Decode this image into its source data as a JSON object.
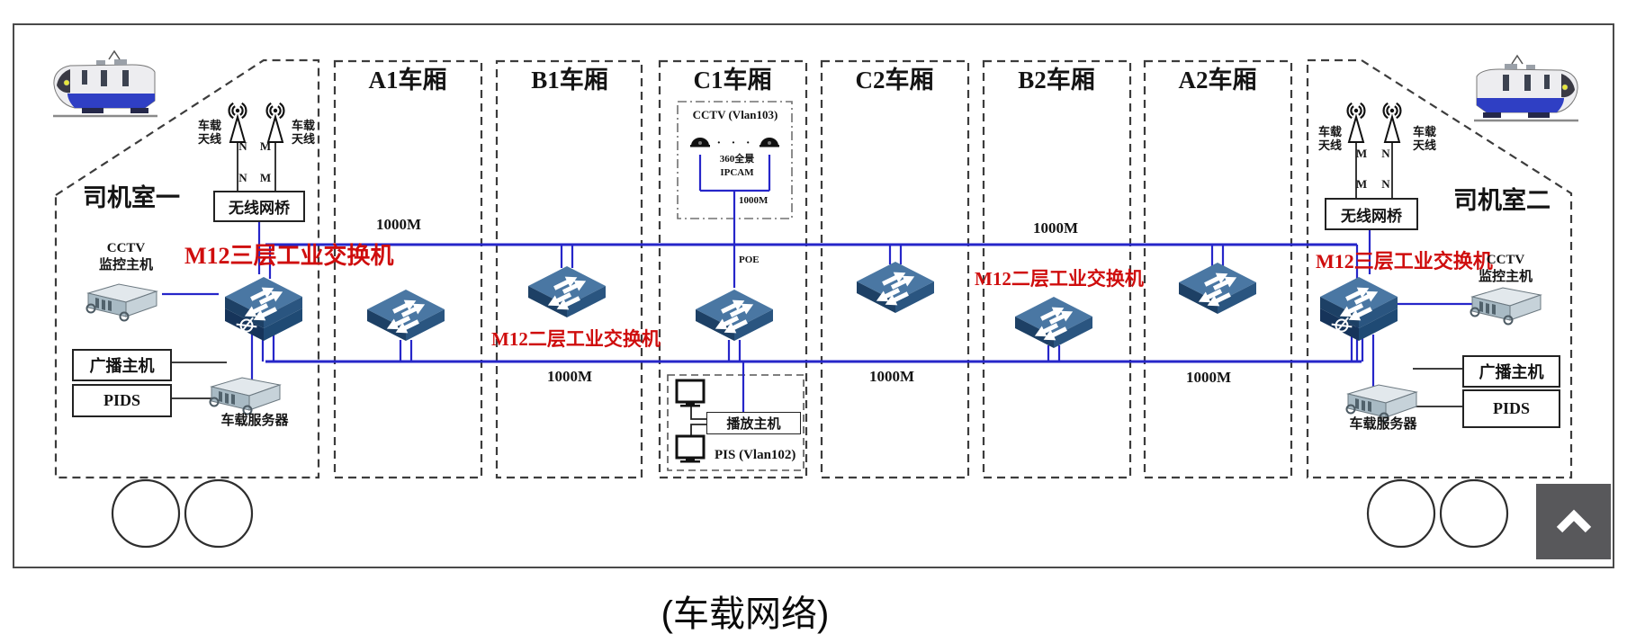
{
  "caption": "(车载网络)",
  "cars": [
    {
      "label": "A1车厢"
    },
    {
      "label": "B1车厢"
    },
    {
      "label": "C1车厢"
    },
    {
      "label": "C2车厢"
    },
    {
      "label": "B2车厢"
    },
    {
      "label": "A2车厢"
    }
  ],
  "labels": {
    "speed": "1000M",
    "poe": "POE",
    "antenna": "车载天线",
    "bridge": "无线网桥",
    "l3_switch": "M12三层工业交换机",
    "l2_switch": "M12二层工业交换机",
    "cctv_line1": "CCTV",
    "cctv_line2": "监控主机",
    "broadcast": "广播主机",
    "pids": "PIDS",
    "server": "车载服务器"
  },
  "cab_left": {
    "name": "司机室一",
    "ports_row1": [
      "N",
      "M"
    ],
    "ports_row2": [
      "N",
      "M"
    ]
  },
  "cab_right": {
    "name": "司机室二",
    "ports_row1": [
      "M",
      "N"
    ],
    "ports_row2": [
      "M",
      "N"
    ]
  },
  "c1": {
    "cctv_title": "CCTV (Vlan103)",
    "dots": "· · ·",
    "cam_line1": "360全景",
    "cam_line2": "IPCAM",
    "speed": "1000M",
    "poe": "POE",
    "player": "播放主机",
    "pis": "PIS (Vlan102)"
  },
  "page": {
    "scroll_top_icon": "chevron-up"
  },
  "colors": {
    "bus_blue": "#2626c9",
    "red_label": "#cf0d0d",
    "switch_top": "#4a77a3",
    "switch_side": "#1d4065",
    "dashed_outline": "#3c3c3c",
    "scroll_button": "#58585b"
  }
}
